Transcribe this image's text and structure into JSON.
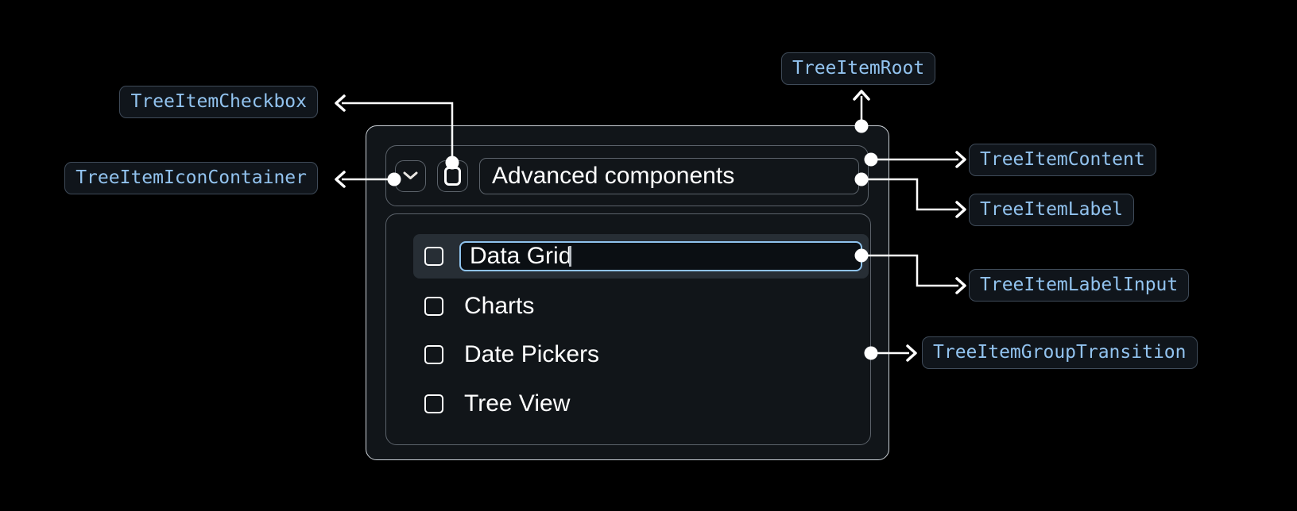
{
  "annotations": {
    "checkbox": {
      "label": "TreeItemCheckbox"
    },
    "icon_container": {
      "label": "TreeItemIconContainer"
    },
    "root": {
      "label": "TreeItemRoot"
    },
    "content": {
      "label": "TreeItemContent"
    },
    "label": {
      "label": "TreeItemLabel"
    },
    "label_input": {
      "label": "TreeItemLabelInput"
    },
    "group_transition": {
      "label": "TreeItemGroupTransition"
    }
  },
  "tree": {
    "header": {
      "label": "Advanced components",
      "expand_icon": "chevron-down-icon",
      "checkbox_icon": "checkbox-unchecked-icon"
    },
    "label_input": {
      "value": "Data Grid",
      "placeholder": ""
    },
    "items": [
      {
        "label": "Data Grid",
        "state": "editing",
        "checkbox": "unchecked"
      },
      {
        "label": "Charts",
        "state": "normal",
        "checkbox": "unchecked"
      },
      {
        "label": "Date Pickers",
        "state": "normal",
        "checkbox": "unchecked"
      },
      {
        "label": "Tree View",
        "state": "normal",
        "checkbox": "unchecked"
      }
    ]
  },
  "colors": {
    "background": "#000000",
    "root_fill": "#111519",
    "root_border": "#ccd2d8",
    "inner_border": "#5c636b",
    "selected_row": "#272e35",
    "input_border": "#8fc3ee",
    "badge_bg": "#10151b",
    "badge_border": "#3f4b59",
    "badge_text": "#92c3ef",
    "arrow": "#ffffff"
  }
}
